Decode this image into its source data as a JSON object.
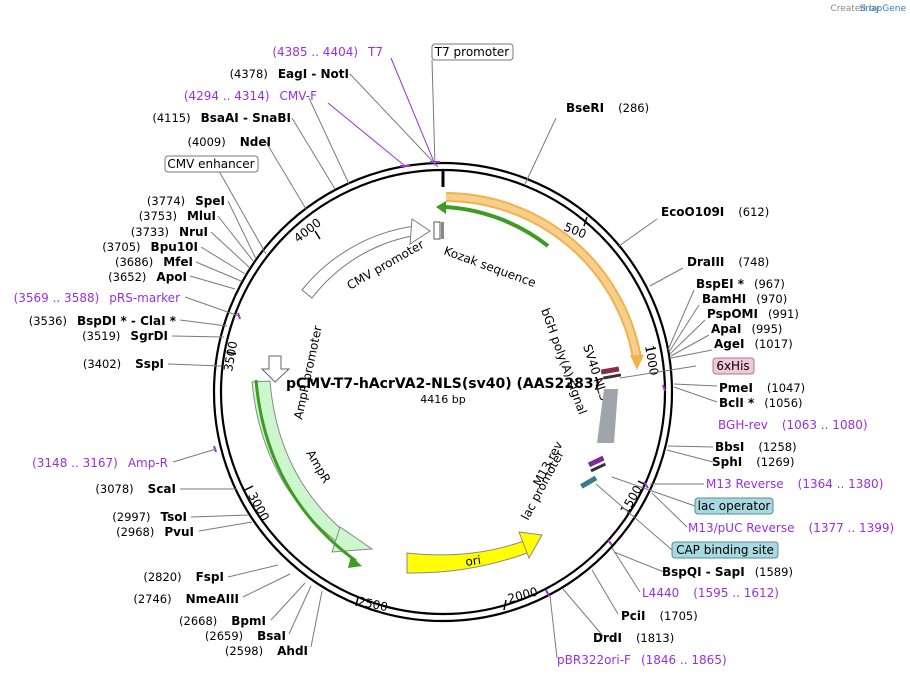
{
  "credit": {
    "prefix": "Created by",
    "brand": "SnapGene"
  },
  "plasmid": {
    "name": "pCMV-T7-hAcrVA2-NLS(sv40) (AAS2283)",
    "length": "4416 bp"
  },
  "ticks": [
    "500",
    "1000",
    "1500",
    "2000",
    "2500",
    "3000",
    "3500",
    "4000"
  ],
  "sites": [
    {
      "name": "BseRI",
      "pos": "(286)"
    },
    {
      "name": "EcoO109I",
      "pos": "(612)"
    },
    {
      "name": "DraIII",
      "pos": "(748)"
    },
    {
      "name": "BspEI *",
      "pos": "(967)"
    },
    {
      "name": "BamHI",
      "pos": "(970)"
    },
    {
      "name": "PspOMI",
      "pos": "(991)"
    },
    {
      "name": "ApaI",
      "pos": "(995)"
    },
    {
      "name": "AgeI",
      "pos": "(1017)"
    },
    {
      "name": "PmeI",
      "pos": "(1047)"
    },
    {
      "name": "BclI *",
      "pos": "(1056)"
    },
    {
      "name": "BbsI",
      "pos": "(1258)"
    },
    {
      "name": "SphI",
      "pos": "(1269)"
    },
    {
      "name": "BspQI  -  SapI",
      "pos": "(1589)"
    },
    {
      "name": "PciI",
      "pos": "(1705)"
    },
    {
      "name": "DrdI",
      "pos": "(1813)"
    },
    {
      "name": "AhdI",
      "pos": "(2598)"
    },
    {
      "name": "BsaI",
      "pos": "(2659)"
    },
    {
      "name": "BpmI",
      "pos": "(2668)"
    },
    {
      "name": "NmeAIII",
      "pos": "(2746)"
    },
    {
      "name": "FspI",
      "pos": "(2820)"
    },
    {
      "name": "PvuI",
      "pos": "(2968)"
    },
    {
      "name": "TsoI",
      "pos": "(2997)"
    },
    {
      "name": "ScaI",
      "pos": "(3078)"
    },
    {
      "name": "SspI",
      "pos": "(3402)"
    },
    {
      "name": "SgrDI",
      "pos": "(3519)"
    },
    {
      "name": "BspDI *  -  ClaI *",
      "pos": "(3536)"
    },
    {
      "name": "ApoI",
      "pos": "(3652)"
    },
    {
      "name": "MfeI",
      "pos": "(3686)"
    },
    {
      "name": "Bpu10I",
      "pos": "(3705)"
    },
    {
      "name": "NruI",
      "pos": "(3733)"
    },
    {
      "name": "MluI",
      "pos": "(3753)"
    },
    {
      "name": "SpeI",
      "pos": "(3774)"
    },
    {
      "name": "NdeI",
      "pos": "(4009)"
    },
    {
      "name": "BsaAI  -  SnaBI",
      "pos": "(4115)"
    },
    {
      "name": "EagI  -  NotI",
      "pos": "(4378)"
    }
  ],
  "primers": [
    {
      "name": "T7",
      "range": "(4385 .. 4404)"
    },
    {
      "name": "CMV-F",
      "range": "(4294 .. 4314)"
    },
    {
      "name": "pRS-marker",
      "range": "(3569 .. 3588)"
    },
    {
      "name": "Amp-R",
      "range": "(3148 .. 3167)"
    },
    {
      "name": "BGH-rev",
      "range": "(1063 .. 1080)"
    },
    {
      "name": "M13 Reverse",
      "range": "(1364 .. 1380)"
    },
    {
      "name": "M13/pUC Reverse",
      "range": "(1377 .. 1399)"
    },
    {
      "name": "L4440",
      "range": "(1595 .. 1612)"
    },
    {
      "name": "pBR322ori-F",
      "range": "(1846 .. 1865)"
    }
  ],
  "boxed_labels": {
    "t7_promoter": "T7 promoter",
    "cmv_enhancer": "CMV enhancer",
    "six_his": "6xHis",
    "lac_operator": "lac operator",
    "cap_site": "CAP binding site"
  },
  "features": {
    "cmv_promoter": "CMV promoter",
    "kozak": "Kozak sequence",
    "bgh": "bGH poly(A) signal",
    "sv40nls": "SV40 NLS",
    "ampr_promoter": "AmpR promoter",
    "ampr": "AmpR",
    "ori": "ori",
    "m13rev": "M13 rev",
    "lac_promoter": "lac promoter"
  },
  "colors": {
    "backbone": "#000000",
    "primer": "#9b30d8",
    "cds": "#f2b14c",
    "cds_fill": "#f7cf8d",
    "green_arrow": "#3f9c23",
    "ampr_fill": "#ccf7cc",
    "ori_fill": "#ffff00",
    "cmv_fill": "#ffffff",
    "bgh_fill": "#a0a4ab",
    "six_his_fill": "#f1c8d8",
    "lac_fill": "#a8d8e0"
  }
}
